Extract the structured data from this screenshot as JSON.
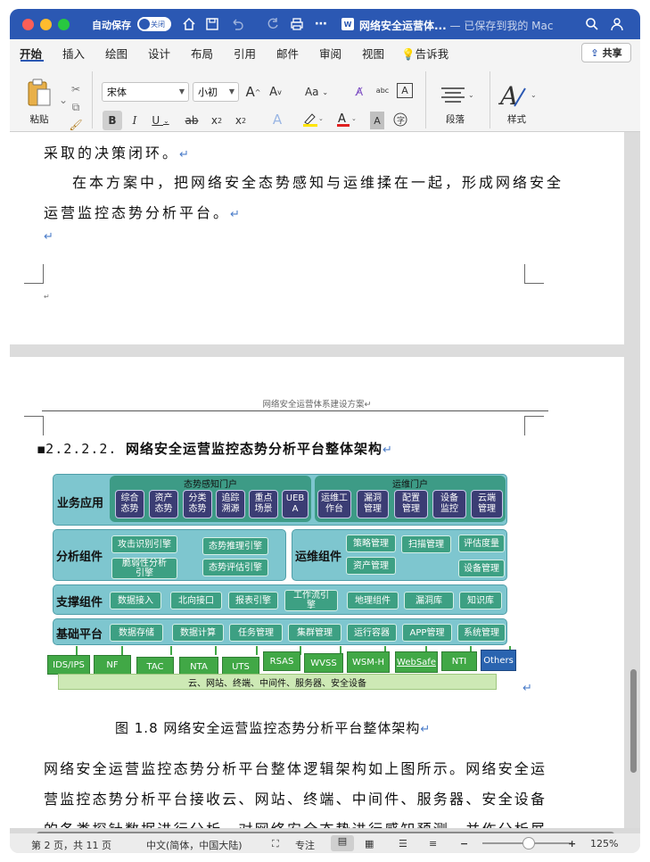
{
  "titlebar": {
    "autosave_label": "自动保存",
    "toggle_state": "关闭",
    "doc_title": "网络安全运营体...",
    "saved_status": " — 已保存到我的 Mac"
  },
  "ribbon": {
    "tabs": [
      "开始",
      "插入",
      "绘图",
      "设计",
      "布局",
      "引用",
      "邮件",
      "审阅",
      "视图"
    ],
    "tell_me": "告诉我",
    "share": "共享",
    "paste_label": "粘贴",
    "font_name": "宋体",
    "font_size": "小初",
    "paragraph_label": "段落",
    "styles_label": "样式",
    "buttons": {
      "grow": "A",
      "shrink": "A",
      "case": "Aa",
      "bold": "B",
      "italic": "I",
      "underline": "U",
      "strike": "ab",
      "subscript": "x",
      "superscript": "x",
      "phonetic": "abc"
    }
  },
  "document": {
    "page1_lines": [
      "采取的决策闭环。",
      "在本方案中，把网络安全态势感知与运维揉在一起，形成网络安全",
      "运营监控态势分析平台。"
    ],
    "paragraph_mark": "↵",
    "small_mark": "↵",
    "header": "网络安全运营体系建设方案↵",
    "heading_number": "2.2.2.2.",
    "heading_title": "网络安全运营监控态势分析平台整体架构",
    "caption": "图 1.8  网络安全运营监控态势分析平台整体架构",
    "body_lines": [
      "网络安全运营监控态势分析平台整体逻辑架构如上图所示。网络安全运",
      "营监控态势分析平台接收云、网站、终端、中间件、服务器、安全设备",
      "的各类探针数据进行分析，对网络安全态势进行感知预测，并作分析展"
    ]
  },
  "diagram": {
    "layers": {
      "business": "业务应用",
      "analysis": "分析组件",
      "ops": "运维组件",
      "support": "支撑组件",
      "base": "基础平台"
    },
    "portal_situation": "态势感知门户",
    "portal_ops": "运维门户",
    "situation_items": [
      "综合\n态势",
      "资产\n态势",
      "分类\n态势",
      "追踪\n溯源",
      "重点\n场景",
      "UEB\nA"
    ],
    "ops_items": [
      "运维工\n作台",
      "漏洞\n管理",
      "配置\n管理",
      "设备\n监控",
      "云端\n管理"
    ],
    "analysis_items": [
      "攻击识别引擎",
      "态势推理引擎",
      "脆弱性分析\n引擎",
      "态势评估引擎"
    ],
    "ops_comp_items": [
      "策略管理",
      "扫描管理",
      "评估度量",
      "资产管理",
      "设备管理"
    ],
    "support_items": [
      "数据接入",
      "北向接口",
      "报表引擎",
      "工作流引\n擎",
      "地理组件",
      "漏洞库",
      "知识库"
    ],
    "base_items": [
      "数据存储",
      "数据计算",
      "任务管理",
      "集群管理",
      "运行容器",
      "APP管理",
      "系统管理"
    ],
    "probes": [
      "IDS/IPS",
      "NF",
      "TAC",
      "NTA",
      "UTS",
      "RSAS",
      "WVSS",
      "WSM-H",
      "WebSafe",
      "NTI",
      "Others"
    ],
    "base_bar": "云、网站、终端、中间件、服务器、安全设备"
  },
  "statusbar": {
    "page": "第 2 页，共 11 页",
    "language": "中文(简体，中国大陆)",
    "focus": "专注",
    "zoom": "125%"
  }
}
